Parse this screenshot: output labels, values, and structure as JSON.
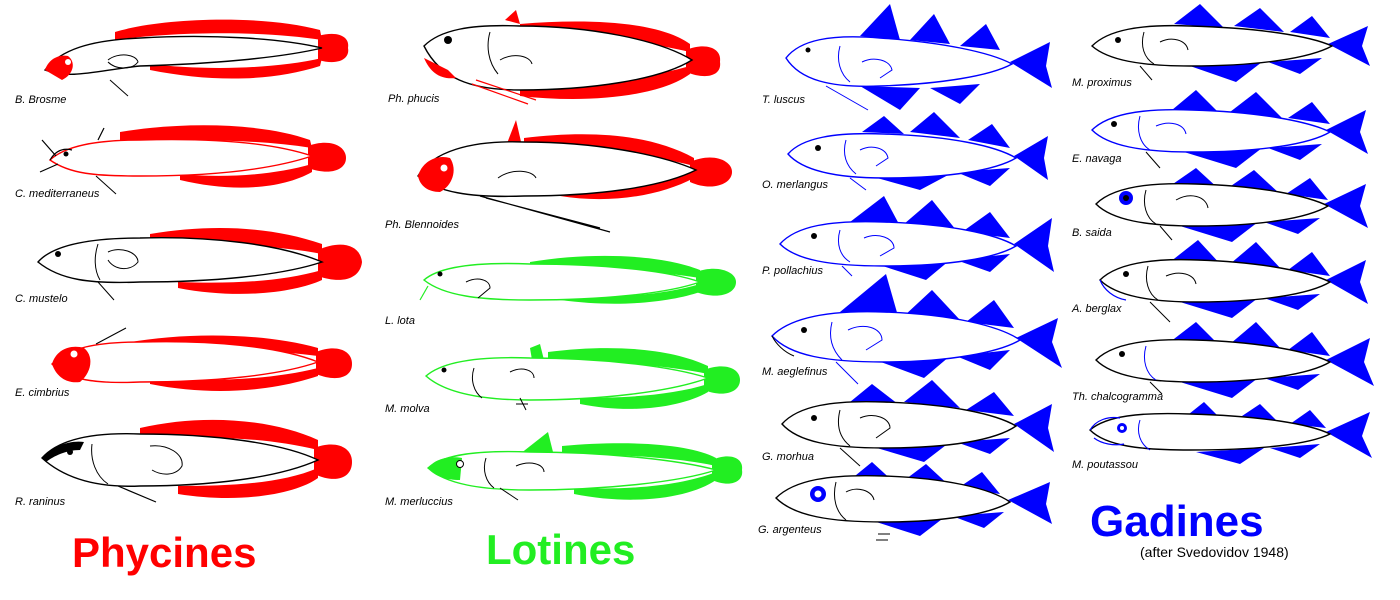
{
  "colors": {
    "phycines": "#ff0000",
    "lotines": "#22ee22",
    "gadines": "#0000ff",
    "outline": "#000000"
  },
  "groups": [
    {
      "key": "phycines",
      "title": "Phycines",
      "fish": [
        {
          "label": "B. Brosme"
        },
        {
          "label": "C. mediterraneus"
        },
        {
          "label": "C. mustelo"
        },
        {
          "label": "E. cimbrius"
        },
        {
          "label": "R. raninus"
        }
      ]
    },
    {
      "key": "lotines",
      "title": "Lotines",
      "fish": [
        {
          "label": "Ph. phucis"
        },
        {
          "label": "Ph. Blennoides"
        },
        {
          "label": "L. lota"
        },
        {
          "label": "M. molva"
        },
        {
          "label": "M. merluccius"
        }
      ]
    },
    {
      "key": "gadines",
      "title": "Gadines",
      "fish": [
        {
          "label": "T. luscus"
        },
        {
          "label": "O. merlangus"
        },
        {
          "label": "P. pollachius"
        },
        {
          "label": "M. aeglefinus"
        },
        {
          "label": "G. morhua"
        },
        {
          "label": "G. argenteus"
        },
        {
          "label": "M. poutassou"
        },
        {
          "label": "Th. chalcogramma"
        },
        {
          "label": "A. berglax"
        },
        {
          "label": "B. saida"
        },
        {
          "label": "E. navaga"
        },
        {
          "label": "M. proximus"
        }
      ]
    }
  ],
  "credit": "(after Svedovidov 1948)"
}
